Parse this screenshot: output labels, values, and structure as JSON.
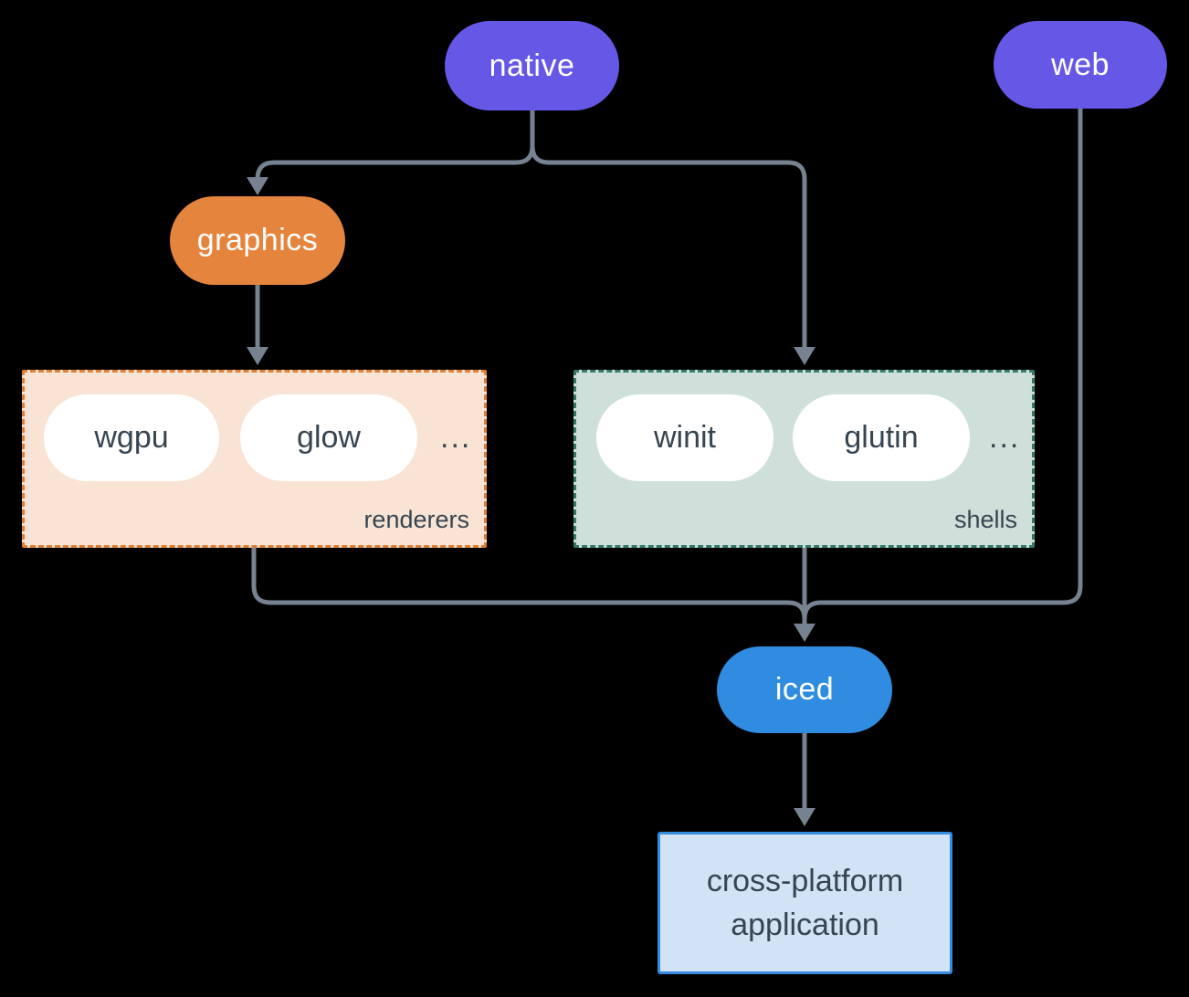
{
  "colors": {
    "background": "#000000",
    "connector": "#76828f",
    "purple": "#6658e6",
    "orange": "#e5843c",
    "blue": "#2f8ce0",
    "darktext": "#374551",
    "renderers_fill": "#f9e3d4",
    "renderers_border": "#e07f33",
    "shells_fill": "#cfe0da",
    "shells_border": "#35796b",
    "app_fill": "#d2e3f5",
    "app_border": "#358bdf"
  },
  "diagram": {
    "nodes": {
      "native": {
        "label": "native"
      },
      "web": {
        "label": "web"
      },
      "graphics": {
        "label": "graphics"
      },
      "iced": {
        "label": "iced"
      },
      "app": {
        "line1": "cross-platform",
        "line2": "application"
      }
    },
    "groups": {
      "renderers": {
        "label": "renderers",
        "items": [
          "wgpu",
          "glow"
        ],
        "ellipsis": "..."
      },
      "shells": {
        "label": "shells",
        "items": [
          "winit",
          "glutin"
        ],
        "ellipsis": "..."
      }
    }
  }
}
